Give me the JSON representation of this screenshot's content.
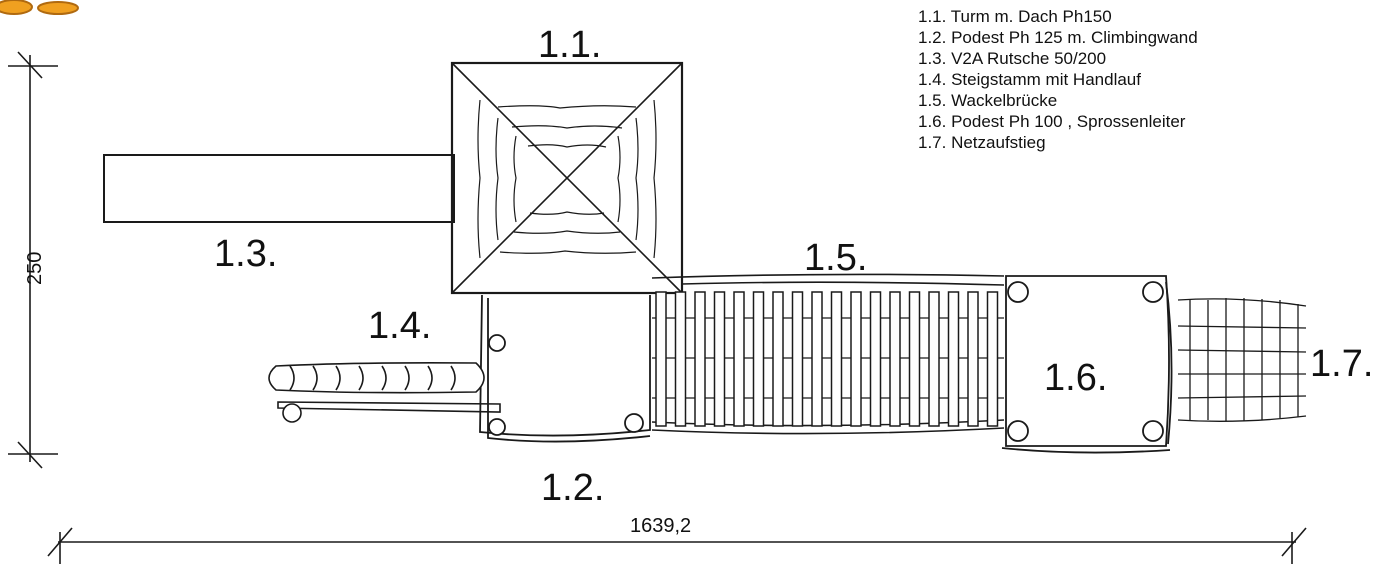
{
  "legend": [
    "1.1. Turm m. Dach Ph150",
    "1.2. Podest Ph 125 m. Climbingwand",
    "1.3. V2A Rutsche 50/200",
    "1.4. Steigstamm mit Handlauf",
    "1.5. Wackelbrücke",
    "1.6. Podest Ph 100 , Sprossenleiter",
    "1.7. Netzaufstieg"
  ],
  "labels": {
    "p11": "1.1.",
    "p12": "1.2.",
    "p13": "1.3.",
    "p14": "1.4.",
    "p15": "1.5.",
    "p16": "1.6.",
    "p17": "1.7."
  },
  "dimensions": {
    "width": "1639,2",
    "height": "250"
  },
  "colors": {
    "line": "#1a1a1a",
    "logo": "#f0a020"
  }
}
